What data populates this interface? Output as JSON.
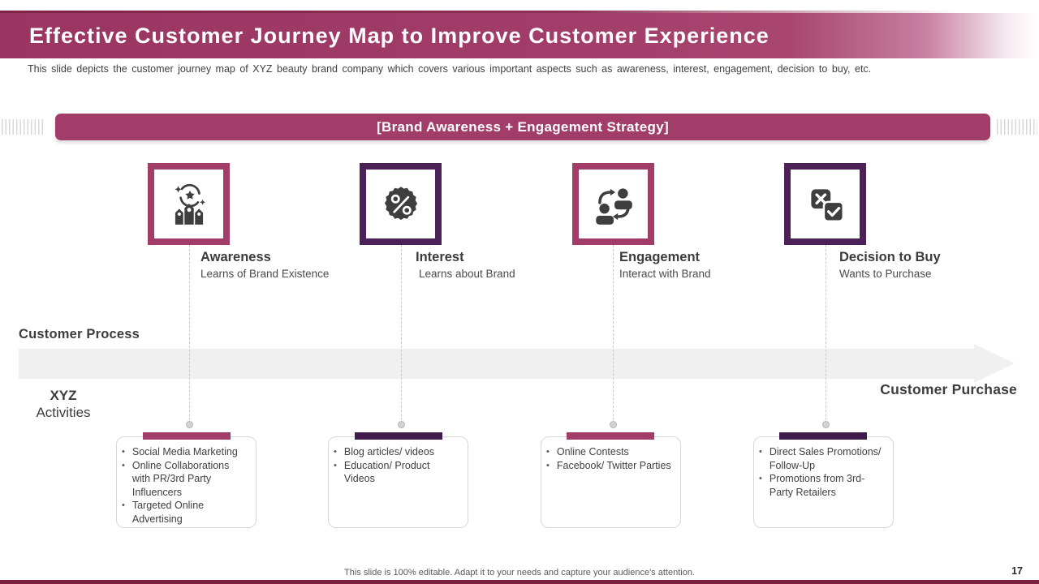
{
  "header": {
    "title": "Effective Customer Journey Map to Improve Customer Experience",
    "subtitle": "This slide depicts the customer journey map of XYZ beauty brand company which covers various important aspects such as awareness, interest, engagement, decision to buy, etc."
  },
  "banner": {
    "label": "[Brand Awareness + Engagement Strategy]"
  },
  "stages": [
    {
      "name": "Awareness",
      "desc": "Learns of Brand Existence",
      "icon": "awareness-crowd-icon",
      "border_color": "#A23D6A"
    },
    {
      "name": "Interest",
      "desc": "Learns about Brand",
      "icon": "discount-badge-icon",
      "border_color": "#4C2158"
    },
    {
      "name": "Engagement",
      "desc": "Interact with Brand",
      "icon": "people-exchange-icon",
      "border_color": "#A23D6A"
    },
    {
      "name": "Decision to Buy",
      "desc": "Wants to Purchase",
      "icon": "check-cross-icon",
      "border_color": "#4C2158"
    }
  ],
  "process": {
    "left_label": "Customer Process",
    "activities_line1": "XYZ",
    "activities_line2": "Activities",
    "right_label": "Customer Purchase"
  },
  "cards": [
    {
      "accent_color": "#A23D6A",
      "items": [
        "Social Media Marketing",
        "Online Collaborations with PR/3rd Party Influencers",
        "Targeted  Online Advertising"
      ]
    },
    {
      "accent_color": "#3F1C4B",
      "items": [
        "Blog articles/ videos",
        "Education/ Product Videos"
      ]
    },
    {
      "accent_color": "#A23D6A",
      "items": [
        "Online Contests",
        "Facebook/ Twitter Parties"
      ]
    },
    {
      "accent_color": "#3F1C4B",
      "items": [
        "Direct Sales Promotions/ Follow-Up",
        "Promotions from 3rd-Party Retailers"
      ]
    }
  ],
  "footer": {
    "note": "This slide is 100% editable.  Adapt it to your needs and capture your audience's attention.",
    "page_number": "17"
  },
  "colors": {
    "magenta": "#A23D6A",
    "dark_purple_border": "#4C2158",
    "dark_purple_bar": "#3F1C4B",
    "maroon_edge": "#7B2241",
    "arrow_gray": "#F1F0F0",
    "icon_gray": "#3E3E3E",
    "text_dark": "#3D3D3D"
  }
}
